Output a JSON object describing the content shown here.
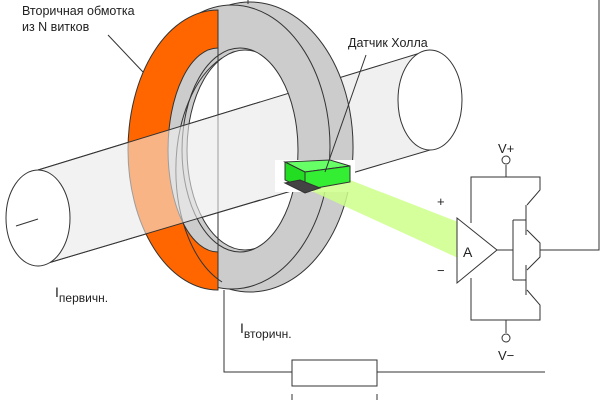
{
  "labels": {
    "winding_line1": "Вторичная обмотка",
    "winding_line2": "из N витков",
    "hall_sensor": "Датчик Холла",
    "primary_current_main": "I",
    "primary_current_sub": "первичн.",
    "secondary_current_main": "I",
    "secondary_current_sub": "вторичн.",
    "v_plus": "V+",
    "v_minus": "V−",
    "amp": "A",
    "plus": "+",
    "minus": "−"
  },
  "colors": {
    "winding": "#ff6600",
    "winding_transparent": "#f0a070",
    "core": "#cccccc",
    "hall": "#33ee33",
    "beam": "#ccff88",
    "conductor": "#eeeeee"
  }
}
